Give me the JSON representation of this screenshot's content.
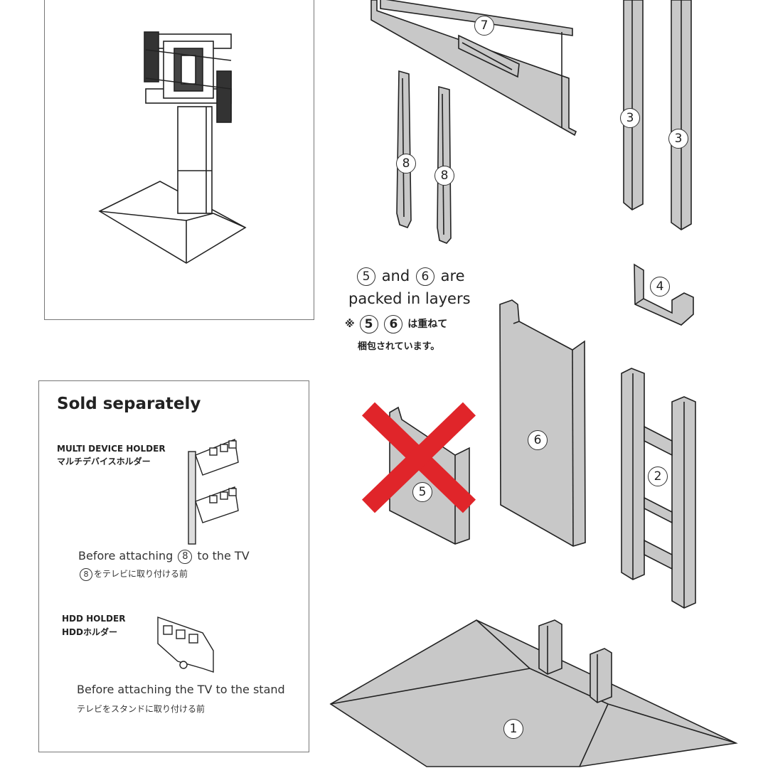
{
  "notes": {
    "packed_line1_word": "and",
    "packed_line1_suffix": "are",
    "packed_line2": "packed in layers",
    "jp_prefix": "※",
    "jp_suffix": "は重ねて",
    "jp_line2": "梱包されています。"
  },
  "parts": {
    "p1": "1",
    "p2": "2",
    "p3": "3",
    "p4": "4",
    "p5": "5",
    "p6": "6",
    "p7": "7",
    "p8": "8"
  },
  "sold_separately": {
    "title": "Sold separately",
    "multi_device_en": "MULTI DEVICE HOLDER",
    "multi_device_jp": "マルチデバイスホルダー",
    "before8_prefix": "Before attaching",
    "before8_suffix": "to the TV",
    "before8_jp_suffix": "をテレビに取り付ける前",
    "hdd_en": "HDD HOLDER",
    "hdd_jp": "HDDホルダー",
    "before_stand_en": "Before attaching the TV to the stand",
    "before_stand_jp": "テレビをスタンドに取り付ける前"
  },
  "colors": {
    "part_fill": "#c8c8c8",
    "outline": "#222222",
    "cross": "#e0252a",
    "box_border": "#777777"
  }
}
